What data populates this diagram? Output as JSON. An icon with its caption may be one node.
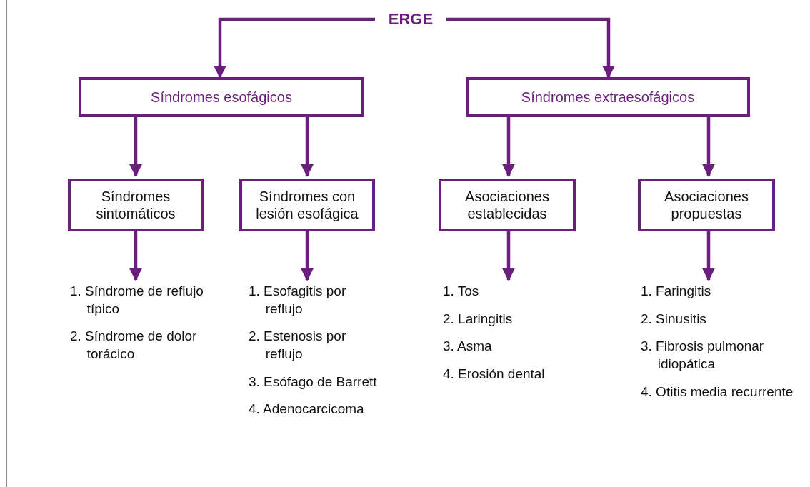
{
  "diagram": {
    "nodes": [
      {
        "text": [
          "ERGE"
        ]
      },
      {
        "text": [
          "Síndromes esofágicos"
        ]
      },
      {
        "text": [
          "Síndromes extraesofágicos"
        ]
      },
      {
        "text": [
          "Síndromes sintomáticos"
        ]
      },
      {
        "text": [
          "Síndromes con lesión esofágica"
        ]
      },
      {
        "text": [
          "Asociaciones establecidas"
        ]
      },
      {
        "text": [
          "Asociaciones propuestas"
        ]
      },
      {
        "text": [
          "1. Síndrome de reflujo típico",
          "2. Síndrome de dolor torácico"
        ]
      },
      {
        "text": [
          "1. Esofagitis por reflujo",
          "2. Estenosis por reflujo",
          "3. Esófago de Barrett",
          "4. Adenocarcicoma"
        ]
      },
      {
        "text": [
          "1. Tos",
          "2. Laringitis",
          "3. Asma",
          "4. Erosión dental"
        ]
      },
      {
        "text": [
          "1. Faringitis",
          "2. Sinusitis",
          "3. Fibrosis pulmonar idiopática",
          "4. Otitis media recurrente"
        ]
      }
    ],
    "edges": [
      {
        "from": 0,
        "to": 1,
        "arrow": "to"
      },
      {
        "from": 0,
        "to": 2,
        "arrow": "to"
      },
      {
        "from": 1,
        "to": 3,
        "arrow": "to"
      },
      {
        "from": 1,
        "to": 4,
        "arrow": "to"
      },
      {
        "from": 2,
        "to": 5,
        "arrow": "to"
      },
      {
        "from": 2,
        "to": 6,
        "arrow": "to"
      },
      {
        "from": 3,
        "to": 7,
        "arrow": "to"
      },
      {
        "from": 4,
        "to": 8,
        "arrow": "to"
      },
      {
        "from": 5,
        "to": 9,
        "arrow": "to"
      },
      {
        "from": 6,
        "to": 10,
        "arrow": "to"
      }
    ]
  }
}
